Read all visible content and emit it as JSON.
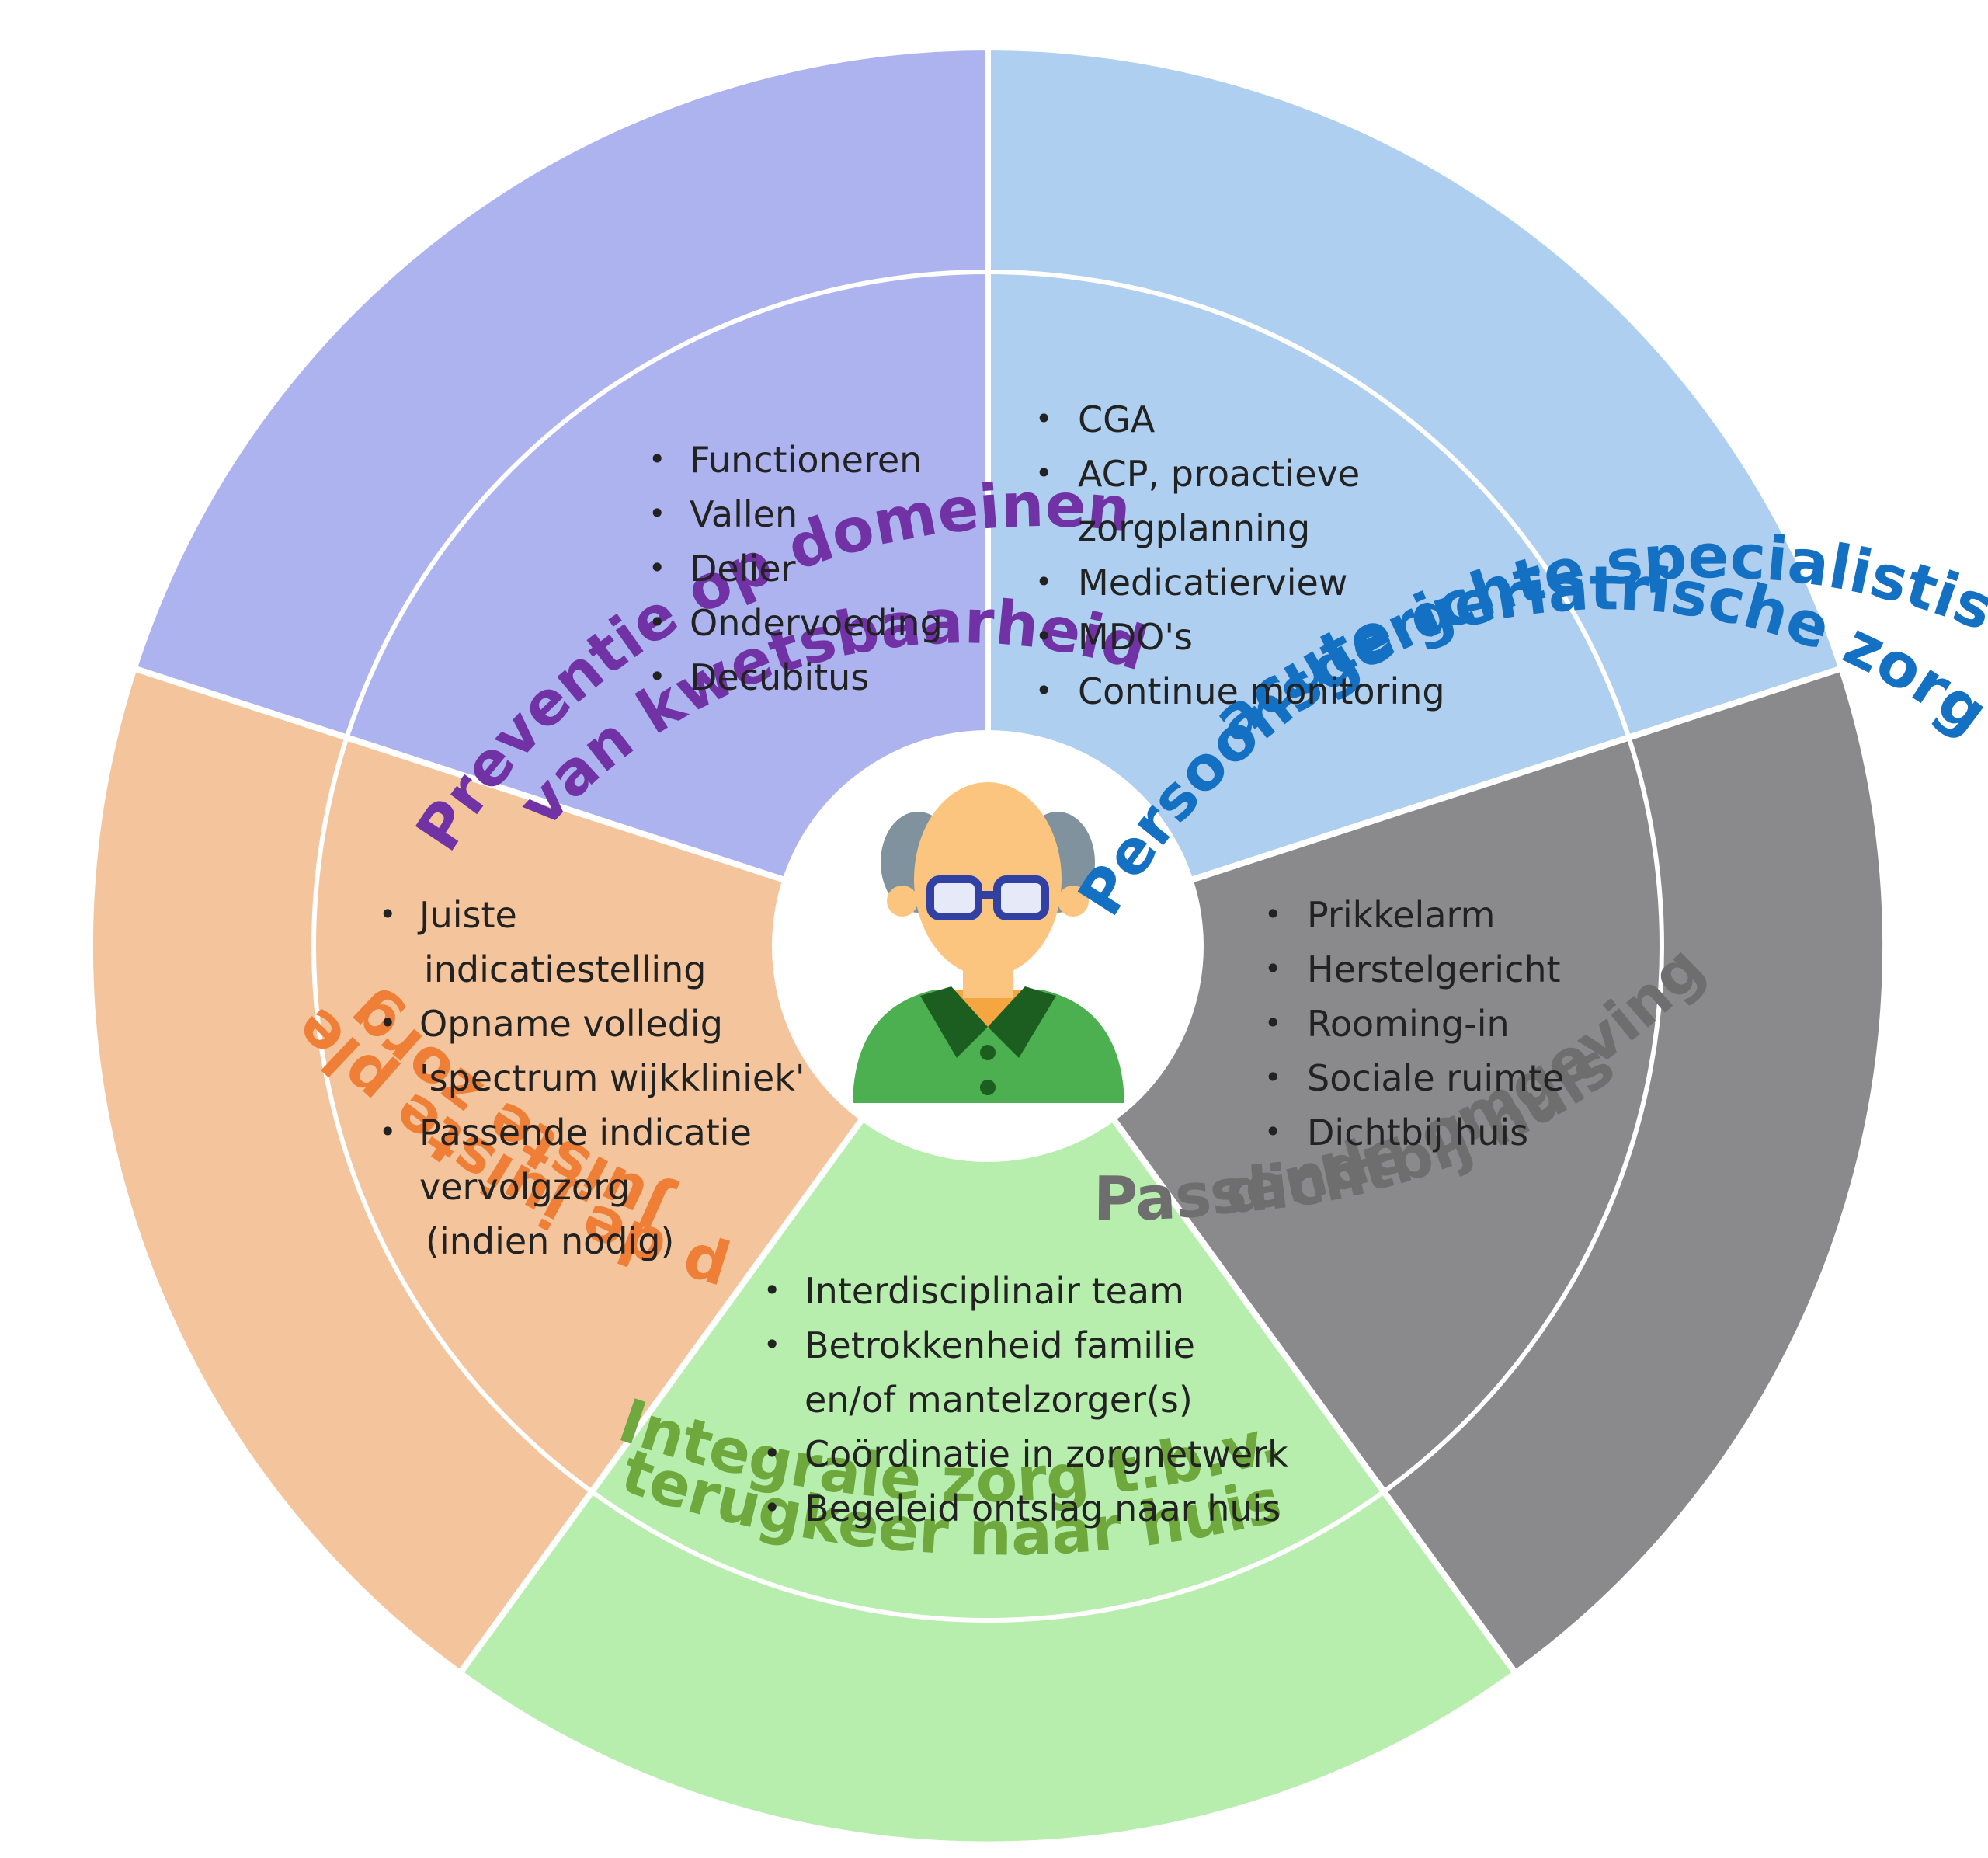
{
  "segments": [
    {
      "id": "preventie",
      "title": [
        "Preventie op domeinen",
        "van kwetsbaarheid"
      ],
      "title_color": "#7032a4",
      "fill": "#adb3ef",
      "items": [
        "Functioneren",
        "Vallen",
        "Delier",
        "Ondervoeding",
        "Decubitus"
      ]
    },
    {
      "id": "persoonsgericht",
      "title": [
        "Persoonsgerichte specialistische",
        "acute geriatrische zorg"
      ],
      "title_color": "#1470c2",
      "fill": "#aecff0",
      "items": [
        "CGA",
        "ACP, proactieve",
        "zorgplanning",
        "Medicatierview",
        "MDO's",
        "Continue monitoring"
      ]
    },
    {
      "id": "omgeving",
      "title": [
        "Passende omgeving",
        "dichtbij huis"
      ],
      "title_color": "#6e6e6e",
      "fill": "#8a8a8c",
      "items": [
        "Prikkelarm",
        "Herstelgericht",
        "Rooming-in",
        "Sociale ruimte",
        "Dichtbij huis"
      ]
    },
    {
      "id": "integraal",
      "title": [
        "Integrale zorg t.b.v.",
        "terugkeer naar huis"
      ],
      "title_color": "#6fa83c",
      "fill": "#b7eead",
      "items": [
        "Interdisciplinair team",
        "Betrokkenheid familie",
        "en/of mantelzorger(s)",
        "Coördinatie in zorgnetwerk",
        "Begeleid ontslag naar huis"
      ]
    },
    {
      "id": "juiste",
      "title": [
        "Juiste zorg",
        "op de juiste plek"
      ],
      "title_color": "#ef7e36",
      "fill": "#f4c59c",
      "items": [
        "Juiste",
        "indicatiestelling",
        "Opname volledig",
        "'spectrum wijkkliniek'",
        "Passende indicatie",
        "vervolgzorg",
        "(indien nodig)"
      ]
    }
  ],
  "center_icon": "elderly-person-icon"
}
